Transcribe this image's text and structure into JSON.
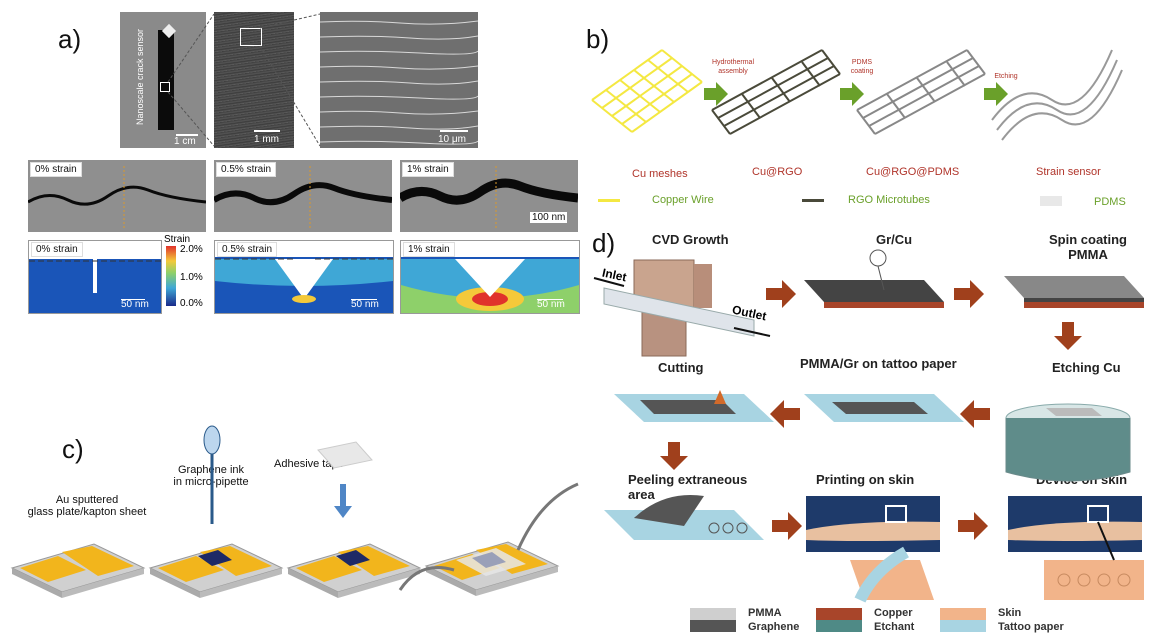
{
  "panels": {
    "a": {
      "letter": "a)",
      "sensor_label": "Nanoscale crack sensor",
      "scale_1cm": "1 cm",
      "scale_1mm": "1 mm",
      "scale_10um": "10 μm",
      "strain_tags_top": [
        "0% strain",
        "0.5% strain",
        "1% strain"
      ],
      "scale_100nm": "100 nm",
      "strain_tags_bottom": [
        "0% strain",
        "0.5% strain",
        "1% strain"
      ],
      "colorbar_title": "Strain",
      "colorbar_ticks": [
        "2.0%",
        "1.0%",
        "0.0%"
      ],
      "scale_50nm": "50 nm",
      "colors": {
        "sim_blue": "#1a55b8",
        "sim_cyan": "#3fa7d6",
        "sim_red": "#e0322b"
      }
    },
    "b": {
      "letter": "b)",
      "steps": [
        "Hydrothermal\nassembly",
        "PDMS\ncoating",
        "Etching"
      ],
      "stages": [
        "Cu meshes",
        "Cu@RGO",
        "Cu@RGO@PDMS",
        "Strain sensor"
      ],
      "legend": [
        "Copper Wire",
        "RGO Microtubes",
        "PDMS"
      ],
      "colors": {
        "copper": "#f4e842",
        "rgo": "#4a4a3a",
        "pdms": "#d8d8d8",
        "arrow": "#6aa02a"
      }
    },
    "c": {
      "letter": "c)",
      "labels": {
        "substrate": "Au sputtered\nglass plate/kapton sheet",
        "ink": "Graphene ink\nin micro-pipette",
        "tape": "Adhesive tape"
      },
      "colors": {
        "gold": "#f2b51c",
        "graphene": "#1e2a66",
        "arrow": "#4f86c6"
      }
    },
    "d": {
      "letter": "d)",
      "steps": {
        "cvd": "CVD Growth",
        "inlet": "Inlet",
        "outlet": "Outlet",
        "grcu": "Gr/Cu",
        "spin": "Spin coating\nPMMA",
        "etch": "Etching Cu",
        "tattoo": "PMMA/Gr on tattoo paper",
        "cutting": "Cutting",
        "peeling": "Peeling extraneous\narea",
        "printing": "Printing on skin",
        "device": "Device on skin"
      },
      "legend": [
        {
          "top": "PMMA",
          "bottom": "Graphene"
        },
        {
          "top": "Copper",
          "bottom": "Etchant"
        },
        {
          "top": "Skin",
          "bottom": "Tattoo paper"
        }
      ],
      "colors": {
        "arrow": "#a0401c",
        "copper": "#a8452a",
        "tattoo": "#a8d4e2",
        "skin": "#f2b48a"
      }
    }
  }
}
